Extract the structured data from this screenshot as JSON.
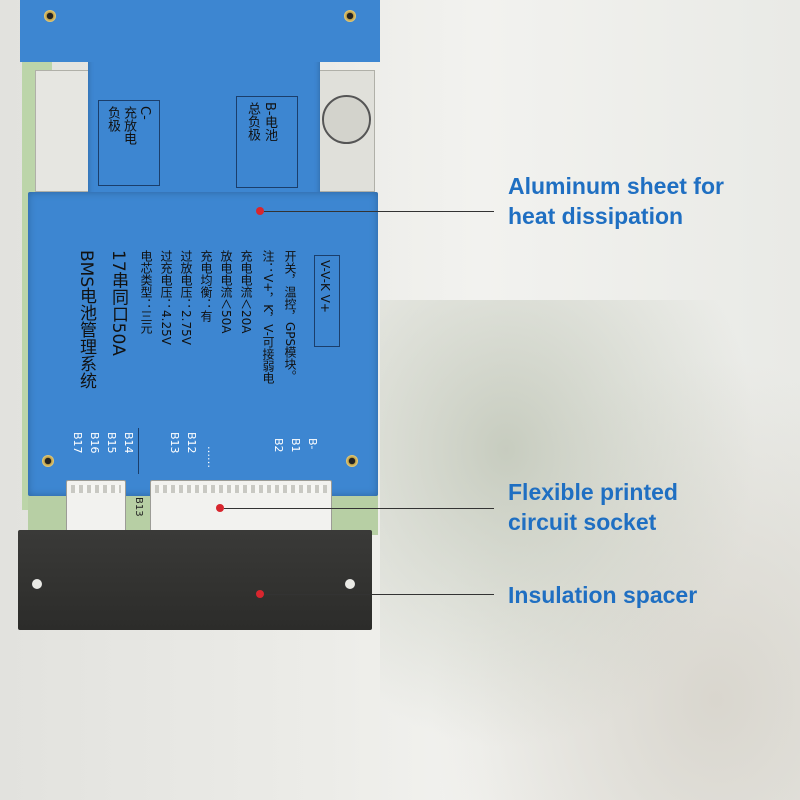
{
  "top_plate": {
    "c_label": "C-\n充放电\n负极",
    "b_label": "B-电池\n总负极"
  },
  "main_plate": {
    "title": "BMS电池管理系统",
    "subtitle": "17串同口50A",
    "specs": [
      "电芯类型：三元",
      "过充电压：4.25V",
      "过放电压：2.75V",
      "充电均衡：有",
      "放电电流＜50A",
      "充电电流＜20A",
      "注：V+，K，V-可接弱电",
      "开关，温控，GPS模块。"
    ],
    "pin_box": "V-V-K V+",
    "pins_left": [
      "B17",
      "B16",
      "B15",
      "B14"
    ],
    "pins_right": [
      "B13",
      "B12",
      "……",
      "B2",
      "B1",
      "B-"
    ],
    "board_label": "B13"
  },
  "callouts": {
    "aluminum": "Aluminum sheet for\nheat dissipation",
    "socket": "Flexible printed\ncircuit socket",
    "spacer": "Insulation spacer"
  },
  "colors": {
    "plate_blue": "#3d86d1",
    "callout_text": "#1f6fc2",
    "marker_red": "#d8262e",
    "spacer": "#3a3a38"
  }
}
